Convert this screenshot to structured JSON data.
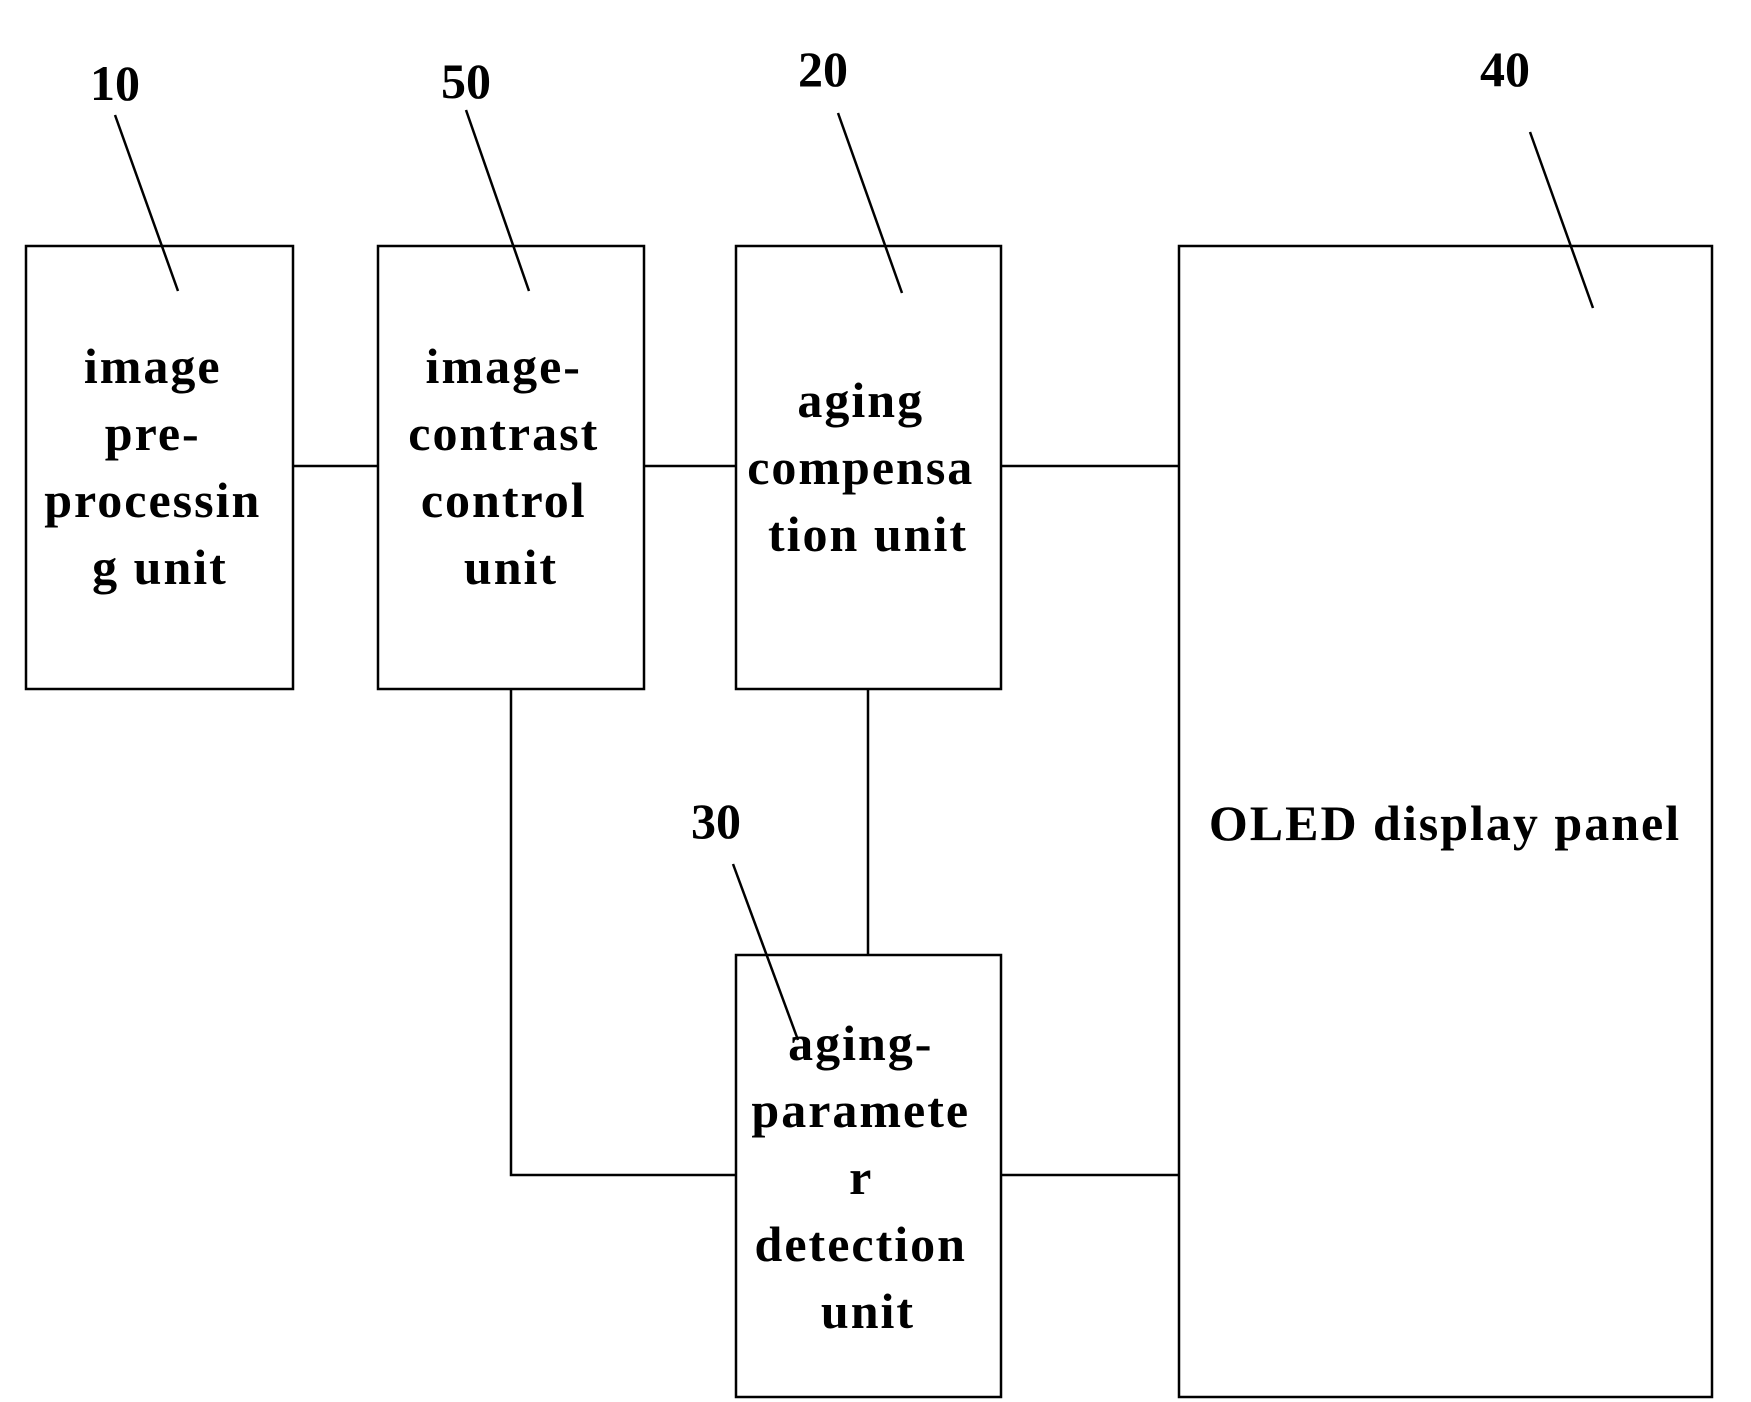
{
  "diagram": {
    "blocks": {
      "preprocessing": {
        "ref": "10",
        "lines": [
          "image",
          "pre-",
          "processin",
          "g unit"
        ]
      },
      "contrast": {
        "ref": "50",
        "lines": [
          "image-",
          "contrast",
          "control",
          "unit"
        ]
      },
      "compensation": {
        "ref": "20",
        "lines": [
          "aging",
          "compensa",
          "tion unit"
        ]
      },
      "panel": {
        "ref": "40",
        "lines": [
          "OLED display panel"
        ]
      },
      "detection": {
        "ref": "30",
        "lines": [
          "aging-",
          "paramete",
          "r",
          "detection",
          "unit"
        ]
      }
    },
    "colors": {
      "stroke": "#000000",
      "background": "#ffffff"
    }
  }
}
